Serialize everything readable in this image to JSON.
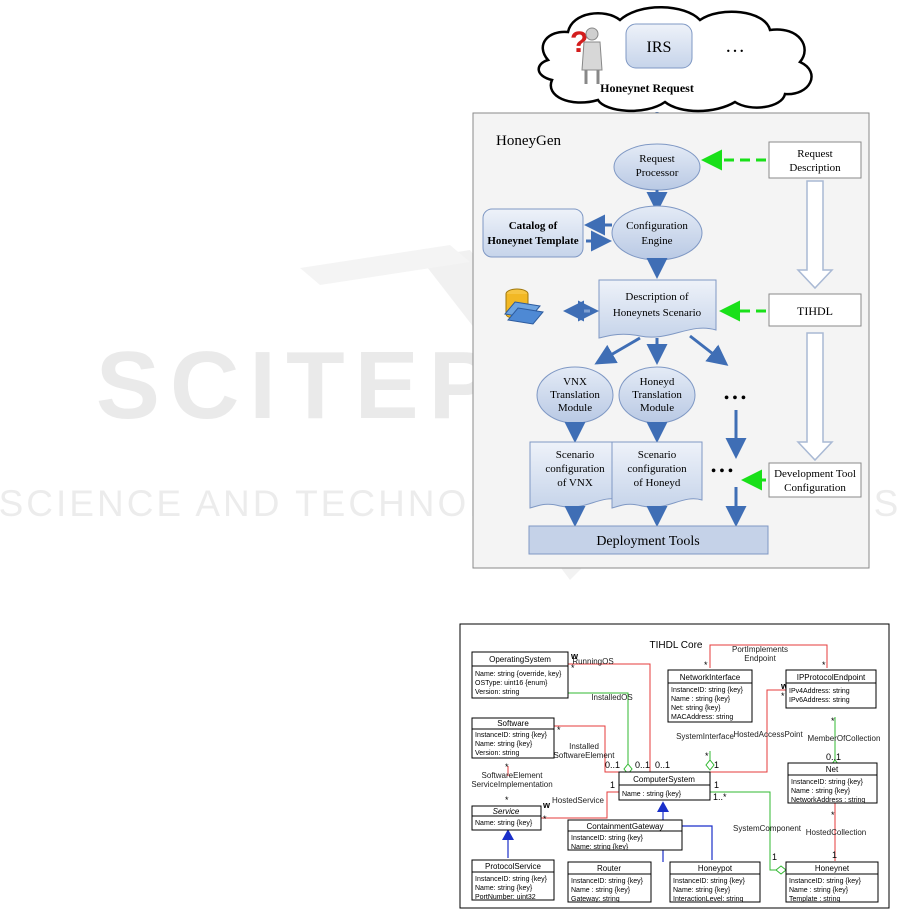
{
  "top": {
    "cloud_title": "Honeynet Request",
    "irs": "IRS",
    "ellipsis": "…"
  },
  "honeygen": {
    "title": "HoneyGen",
    "request_processor": [
      "Request",
      "Processor"
    ],
    "config_engine": [
      "Configuration",
      "Engine"
    ],
    "catalog": [
      "Catalog of",
      "Honeynet Template"
    ],
    "description": [
      "Description of",
      "Honeynets Scenario"
    ],
    "vnx_module": [
      "VNX",
      "Translation",
      "Module"
    ],
    "honeyd_module": [
      "Honeyd",
      "Translation",
      "Module"
    ],
    "vnx_config": [
      "Scenario",
      "configuration",
      "of VNX"
    ],
    "honeyd_config": [
      "Scenario",
      "configuration",
      "of Honeyd"
    ],
    "dots1": "• • •",
    "dots2": "• • •",
    "deployment": "Deployment Tools",
    "request_description": [
      "Request",
      "Description"
    ],
    "tihdl": "TIHDL",
    "dev_tool_config": [
      "Development Tool",
      "Configuration"
    ]
  },
  "watermark": {
    "line1": "SCITEPRESS",
    "line2": "SCIENCE AND TECHNOLOGY PUBLICATIONS"
  },
  "uml": {
    "title": "TIHDL Core",
    "operating_system": {
      "name": "OperatingSystem",
      "attrs": [
        "Name: string {override, key}",
        "OSType: uint16 {enum}",
        "Version: string"
      ]
    },
    "software": {
      "name": "Software",
      "attrs": [
        "InstanceID: string {key}",
        "Name: string {key}",
        "Version: string"
      ]
    },
    "service": {
      "name": "Service",
      "attrs": [
        "Name: string {key}"
      ]
    },
    "protocol_service": {
      "name": "ProtocolService",
      "attrs": [
        "InstanceID: string {key}",
        "Name: string {key}",
        "PortNumber: uint32"
      ]
    },
    "network_interface": {
      "name": "NetworkInterface",
      "attrs": [
        "InstanceID: string {key}",
        "Name : string {key}",
        "Net: string {key}",
        "MACAddress: string"
      ]
    },
    "ip_endpoint": {
      "name": "IPProtocolEndpoint",
      "attrs": [
        "IPv4Address: string",
        "IPv6Address: string"
      ]
    },
    "computer_system": {
      "name": "ComputerSystem",
      "attrs": [
        "Name : string {key}"
      ]
    },
    "net": {
      "name": "Net",
      "attrs": [
        "InstanceID: string {key}",
        "Name : string {key}",
        "NetworkAddress : string"
      ]
    },
    "containment_gateway": {
      "name": "ContainmentGateway",
      "attrs": [
        "InstanceID: string {key}",
        "Name: string {key}"
      ]
    },
    "router": {
      "name": "Router",
      "attrs": [
        "InstanceID: string {key}",
        "Name : string {key}",
        "Gateway: string"
      ]
    },
    "honeypot": {
      "name": "Honeypot",
      "attrs": [
        "InstanceID: string {key}",
        "Name: string {key}",
        "InteractionLevel: string"
      ]
    },
    "honeynet": {
      "name": "Honeynet",
      "attrs": [
        "InstanceID: string {key}",
        "Name : string {key}",
        "Template : string"
      ]
    },
    "assoc": {
      "running_os": "RunningOS",
      "installed_os": "InstalledOS",
      "installed_software": [
        "Installed",
        "SoftwareElement"
      ],
      "software_service": [
        "SoftwareElement",
        "ServiceImplementation"
      ],
      "hosted_service": "HostedService",
      "system_interface": "SystemInterface",
      "port_implements": [
        "PortImplements",
        "Endpoint"
      ],
      "hosted_access_point": "HostedAccessPoint",
      "member_of_collection": "MemberOfCollection",
      "hosted_collection": "HostedCollection",
      "system_component": "SystemComponent"
    },
    "mult": {
      "w": "w",
      "star": "*",
      "one": "1",
      "zero_one": "0..1",
      "one_many": "1..*"
    }
  }
}
